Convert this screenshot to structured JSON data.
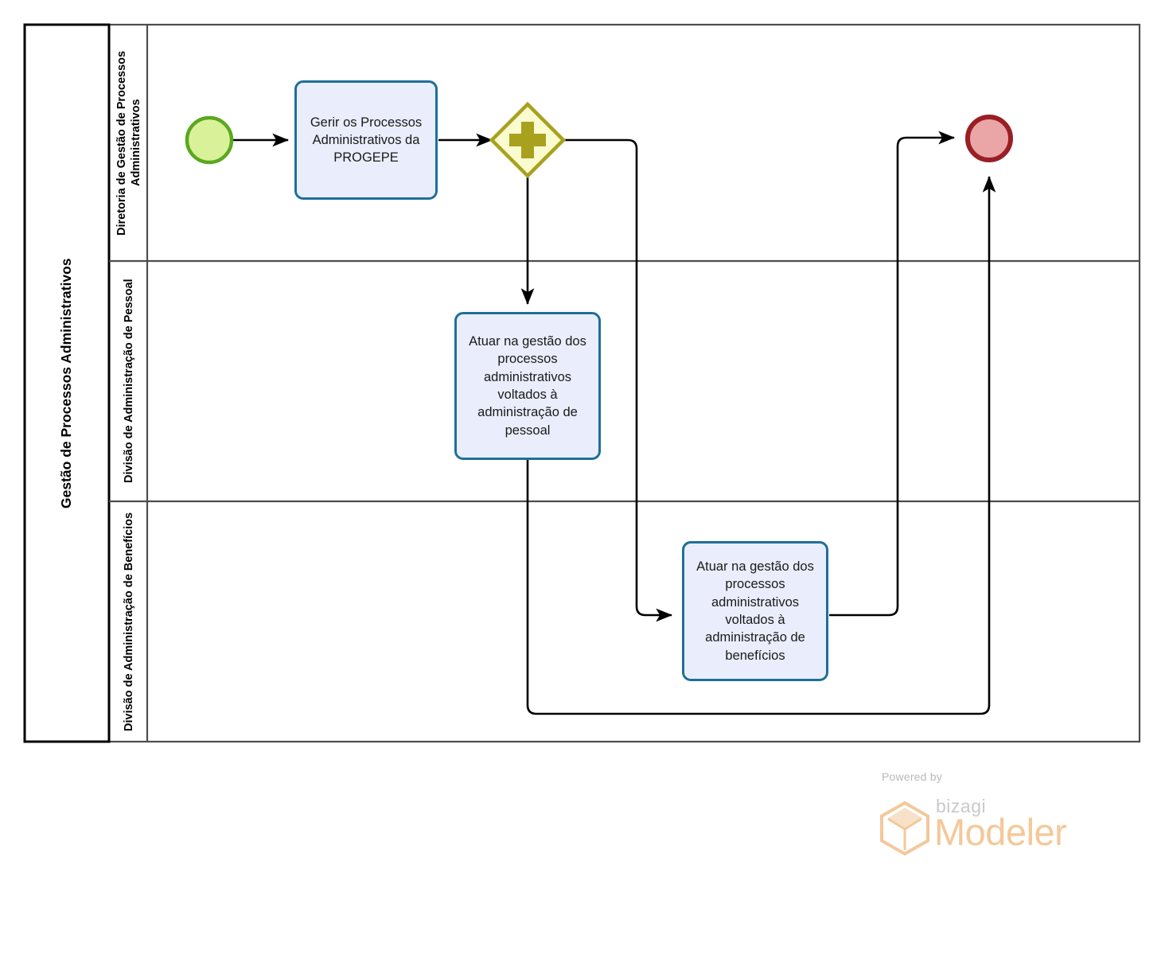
{
  "pool": {
    "title": "Gestão de Processos Administrativos",
    "lanes": [
      {
        "id": "lane-diretoria",
        "label": "Diretoria de Gestão de Processos Administrativos"
      },
      {
        "id": "lane-pessoal",
        "label": "Divisão de Administração de Pessoal"
      },
      {
        "id": "lane-beneficios",
        "label": "Divisão de Administração de Benefícios"
      }
    ]
  },
  "nodes": {
    "start_event": {
      "name": "start-event",
      "type": "start-event"
    },
    "task_gerir": {
      "label": "Gerir os Processos Administrativos da PROGEPE"
    },
    "gateway_parallel": {
      "symbol": "+",
      "type": "parallel-gateway"
    },
    "task_pessoal": {
      "label": "Atuar na gestão dos processos administrativos voltados à administração de pessoal"
    },
    "task_beneficios": {
      "label": "Atuar na gestão dos processos administrativos voltados à administração de benefícios"
    },
    "end_event": {
      "name": "end-event",
      "type": "end-event"
    }
  },
  "colors": {
    "task_fill": "#eaeefc",
    "task_border": "#1f6f9a",
    "gateway_fill": "#fbfbd0",
    "gateway_border": "#a8a11e",
    "start_fill": "#d9f29a",
    "start_border": "#5aa81e",
    "end_fill": "#eaa6a6",
    "end_border": "#991f24",
    "pool_border": "#000000",
    "lane_divider": "#4d4d4d",
    "flow_line": "#000000",
    "brand_orange": "#f4c89a"
  },
  "branding": {
    "powered_by": "Powered by",
    "bizagi": "bizagi",
    "modeler": "Modeler"
  }
}
